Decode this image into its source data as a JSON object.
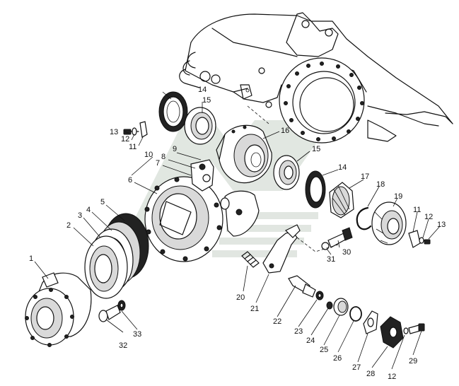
{
  "callouts": {
    "c1": "1",
    "c2": "2",
    "c3": "3",
    "c4": "4",
    "c5": "5",
    "c6": "6",
    "c7": "7",
    "c8": "8",
    "c9": "9",
    "c10": "10",
    "c11a": "11",
    "c11b": "11",
    "c12a": "12",
    "c12b": "12",
    "c12c": "12",
    "c13a": "13",
    "c13b": "13",
    "c14a": "14",
    "c14b": "14",
    "c15a": "15",
    "c15b": "15",
    "c16": "16",
    "c17": "17",
    "c18": "18",
    "c19": "19",
    "c20": "20",
    "c21": "21",
    "c22": "22",
    "c23": "23",
    "c24": "24",
    "c25": "25",
    "c26": "26",
    "c27": "27",
    "c28": "28",
    "c29": "29",
    "c30": "30",
    "c31": "31",
    "c32": "32",
    "c33": "33"
  },
  "watermark_color": "#c9d3c9"
}
